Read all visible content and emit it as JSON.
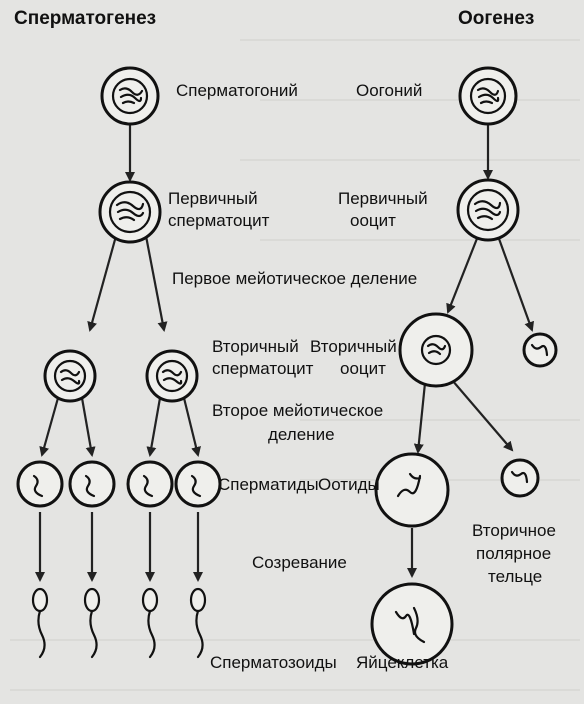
{
  "labels": {
    "spermatogenesis": "Сперматогенез",
    "oogenesis": "Оогенез",
    "spermatogonium": "Сперматогоний",
    "oogonium": "Оогоний",
    "primary_spermatocyte_1": "Первичный",
    "primary_spermatocyte_2": "сперматоцит",
    "primary_oocyte_1": "Первичный",
    "primary_oocyte_2": "ооцит",
    "meiosis1": "Первое мейотическое деление",
    "secondary_spermatocyte_1": "Вторичный",
    "secondary_spermatocyte_2": "сперматоцит",
    "secondary_oocyte_1": "Вторичный",
    "secondary_oocyte_2": "ооцит",
    "meiosis2_1": "Второе мейотическое",
    "meiosis2_2": "деление",
    "spermatids": "Сперматиды",
    "ootids": "Оотиды",
    "maturation": "Созревание",
    "polar_body_1": "Вторичное",
    "polar_body_2": "полярное",
    "polar_body_3": "тельце",
    "spermatozoa": "Сперматозоиды",
    "egg": "Яйцеклетка"
  }
}
